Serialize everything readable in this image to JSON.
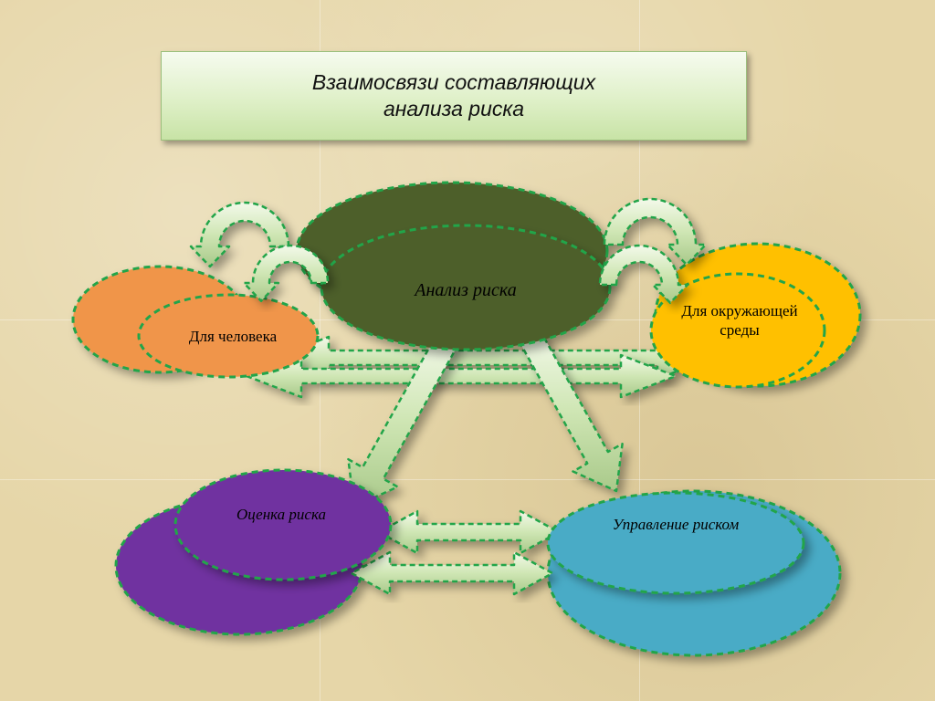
{
  "title": {
    "line1": "Взаимосвязи составляющих",
    "line2": "анализа риска"
  },
  "nodes": {
    "center": "Анализ риска",
    "human": "Для человека",
    "environment": "Для окружающей среды",
    "assessment": "Оценка риска",
    "management": "Управление риском"
  },
  "colors": {
    "center": "#4e5e2a",
    "human": "#f0954a",
    "environment": "#ffc000",
    "assessment": "#7030a0",
    "management": "#4aabc6",
    "dash": "#22a54a",
    "arrow": "#d7ecc0"
  }
}
